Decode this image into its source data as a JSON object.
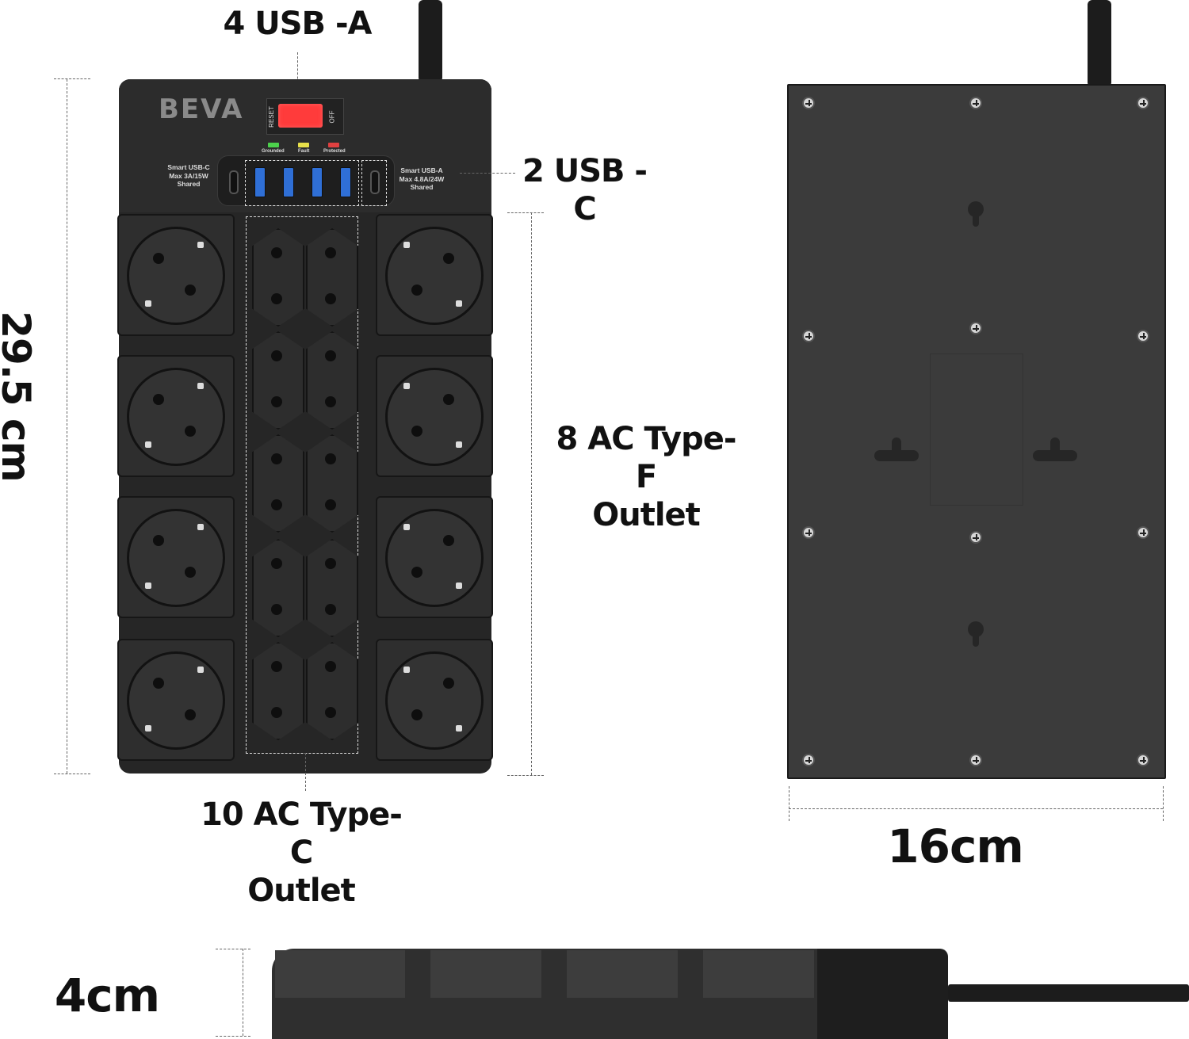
{
  "brand": "BEVA",
  "labels": {
    "usb_a": "4 USB -A",
    "usb_c": "2 USB -C",
    "type_f": [
      "8 AC Type-F",
      "Outlet"
    ],
    "type_c": [
      "10 AC Type-C",
      "Outlet"
    ],
    "height": "29.5 cm",
    "width": "16cm",
    "depth": "4cm"
  },
  "switch": {
    "left_text": "RESET",
    "right_text": "OFF",
    "color": "#ff3b3b"
  },
  "indicators": [
    {
      "label": "Grounded",
      "color": "#4cd14c"
    },
    {
      "label": "Fault",
      "color": "#e8e04a"
    },
    {
      "label": "Protected",
      "color": "#e04040"
    }
  ],
  "usb_notes": {
    "left": [
      "Smart USB-C",
      "Max 3A/15W",
      "Shared"
    ],
    "right": [
      "Smart USB-A",
      "Max 4.8A/24W",
      "Shared"
    ]
  },
  "counts": {
    "usb_a": 4,
    "usb_c": 2,
    "type_f": 8,
    "type_c": 10
  },
  "colors": {
    "body": "#262626",
    "usb_a_port": "#2f6fd6",
    "back_panel": "#3b3b3b"
  }
}
